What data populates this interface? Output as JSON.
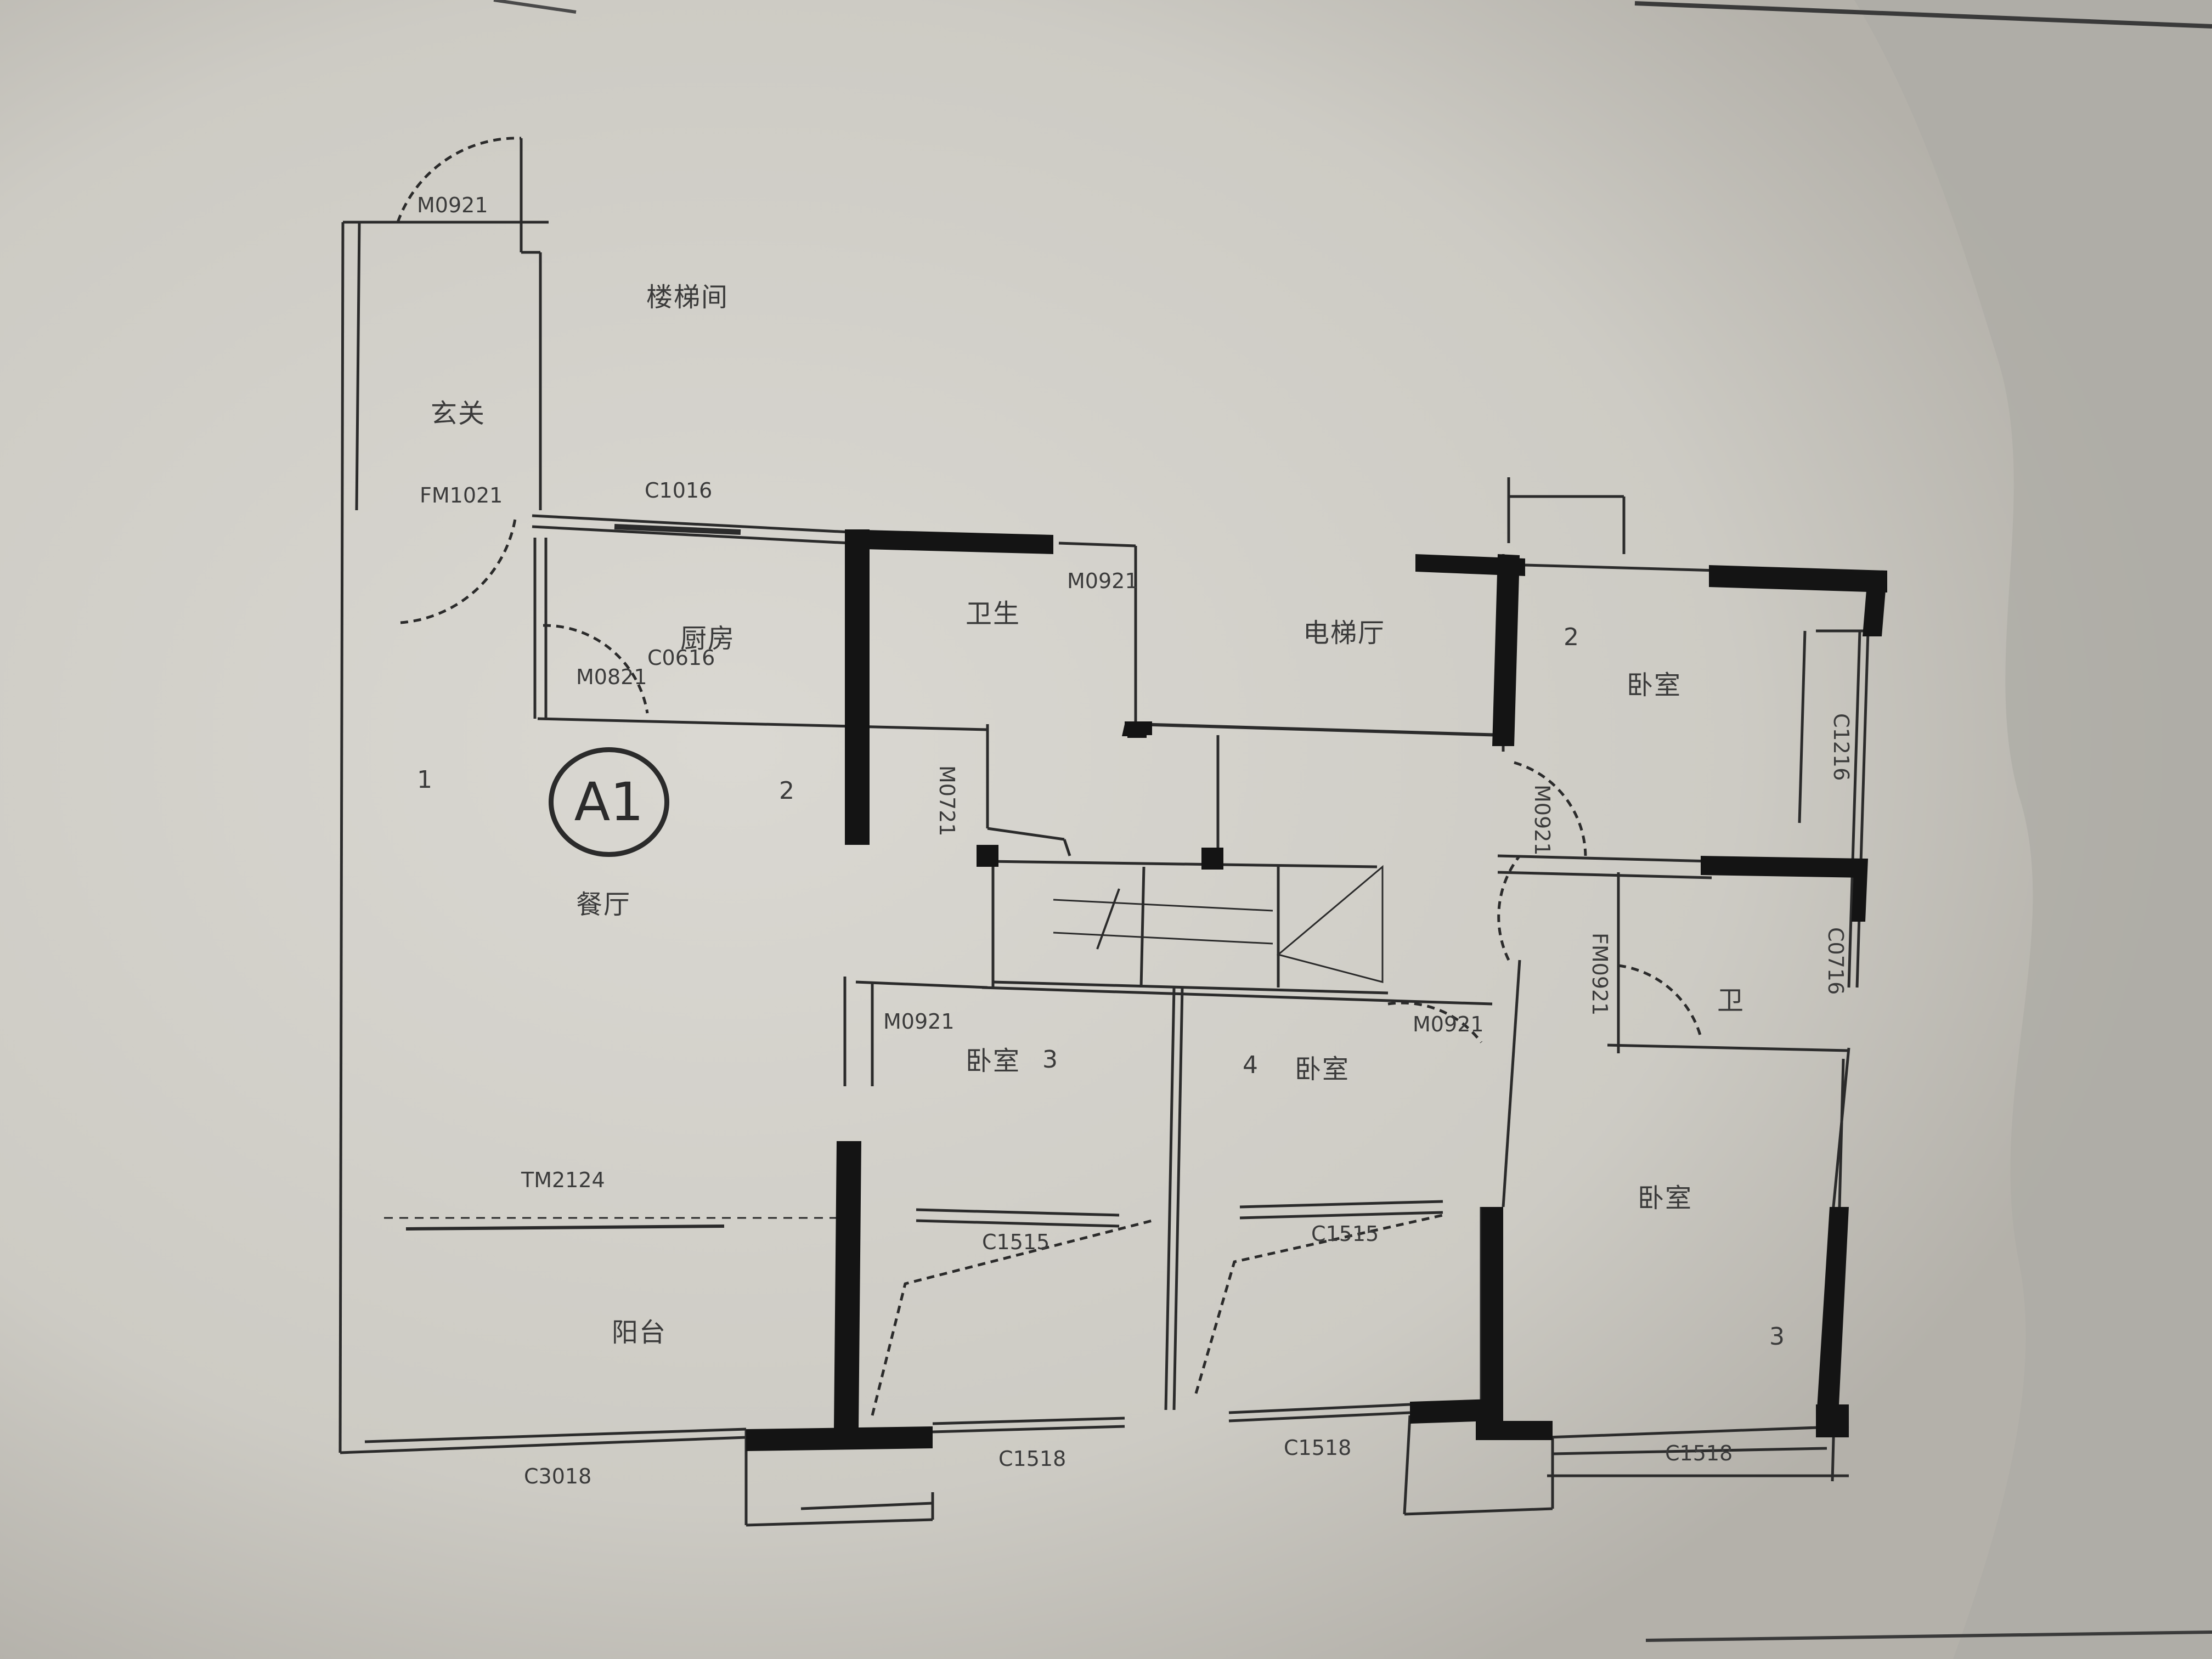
{
  "drawing": {
    "tag": "A1",
    "rooms": {
      "entry": "玄关",
      "stair": "楼梯间",
      "kitchen": "厨房",
      "toilet": "卫生",
      "elevator_lobby": "电梯厅",
      "bedroom_ne": "卧室",
      "dining": "餐厅",
      "bedroom_a": "卧室",
      "bedroom_b": "卧室",
      "bath_e": "卫",
      "master_bedroom": "卧室",
      "balcony": "阳台"
    },
    "codes": {
      "door_top": "M0921",
      "door_entry": "FM1021",
      "window_stair": "C1016",
      "door_kitchen": "M0821",
      "door_wc": "M0721",
      "door_ne": "M0921",
      "door_e": "M0921",
      "door_bath": "FM0921",
      "door_bed_a": "M0921",
      "door_bed_b": "M0921",
      "window_ne": "C1216",
      "window_e": "C0716",
      "living_window": "TM2124",
      "window_bed_a": "C1515",
      "window_bed_b": "C1515",
      "bottom_1": "C3018",
      "bottom_2": "C1518",
      "bottom_3": "C1518",
      "bottom_4": "C1518",
      "window_toilet": "C0616"
    },
    "marks": [
      "1",
      "2",
      "3",
      "2",
      "3",
      "4"
    ]
  },
  "colors": {
    "paper": "#d8d6d0",
    "ink": "#2b2b2b",
    "wall": "#141414",
    "shadow": "#a9a7a0"
  }
}
